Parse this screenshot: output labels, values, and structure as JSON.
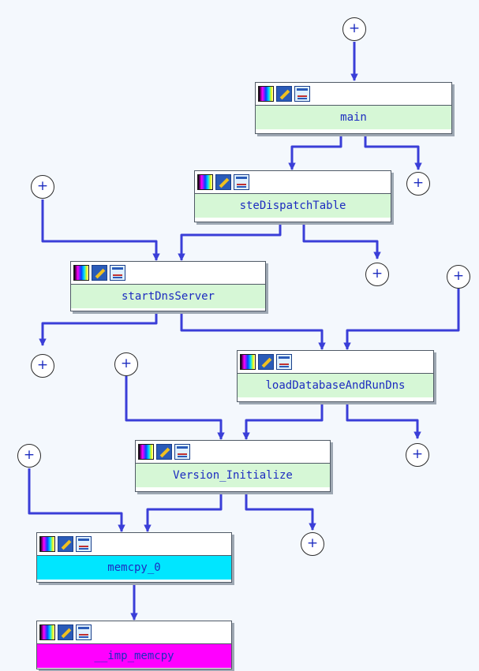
{
  "graph": {
    "nodes": [
      {
        "id": "main",
        "label": "main",
        "fill": "#d6f7d6"
      },
      {
        "id": "steDispatchTable",
        "label": "steDispatchTable",
        "fill": "#d6f7d6"
      },
      {
        "id": "startDnsServer",
        "label": "startDnsServer",
        "fill": "#d6f7d6"
      },
      {
        "id": "loadDatabaseAndRunDns",
        "label": "loadDatabaseAndRunDns",
        "fill": "#d6f7d6"
      },
      {
        "id": "Version_Initialize",
        "label": "Version_Initialize",
        "fill": "#d6f7d6"
      },
      {
        "id": "memcpy_0",
        "label": "memcpy_0",
        "fill": "#00e6ff"
      },
      {
        "id": "imp_memcpy",
        "label": "__imp_memcpy",
        "fill": "#ff00ff"
      }
    ],
    "expand_glyph": "+",
    "node_icons": [
      "palette-icon",
      "rename-icon",
      "graph-icon"
    ],
    "colors": {
      "edge": "#3a3ed8",
      "label_text": "#1d2cc0",
      "node_body": "#d6f7d6"
    }
  }
}
